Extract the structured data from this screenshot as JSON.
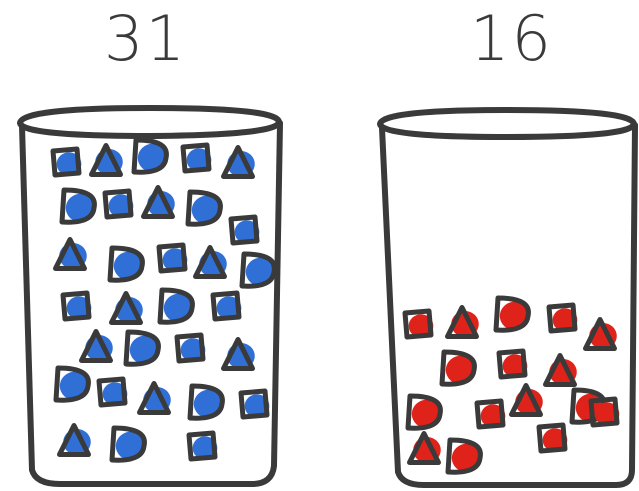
{
  "containers": [
    {
      "id": "left",
      "label": "31",
      "piece_count": 31,
      "piece_color": "#2f6fd6"
    },
    {
      "id": "right",
      "label": "16",
      "piece_count": 16,
      "piece_color": "#e0231a"
    }
  ],
  "colors": {
    "outline": "#3a3a3a",
    "background": "#ffffff"
  }
}
